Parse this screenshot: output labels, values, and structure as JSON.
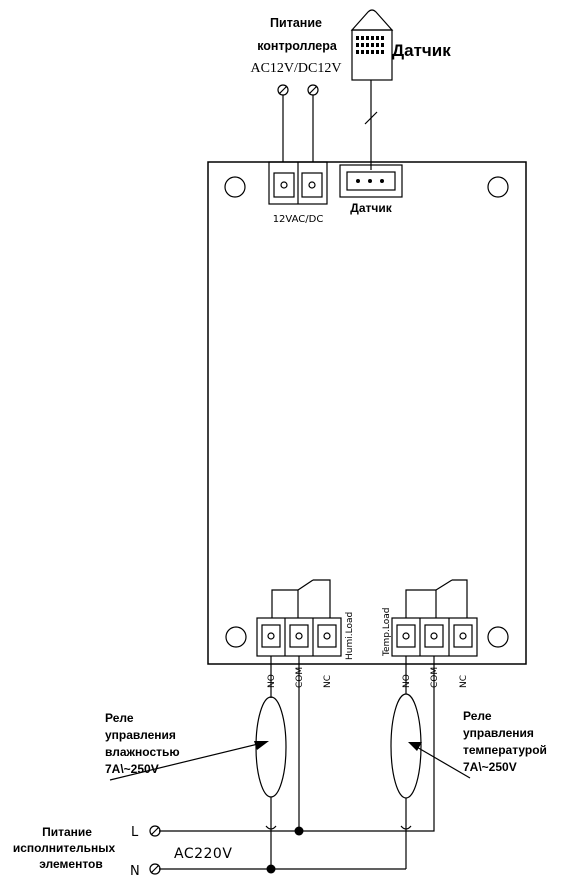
{
  "controller_power": {
    "line1": "Питание",
    "line2": "контроллера",
    "voltage": "AC12V/DC12V"
  },
  "sensor": {
    "label": "Датчик",
    "connector_label": "Датчик"
  },
  "power_terminal": {
    "label": "12VAC/DC"
  },
  "humidity_relay": {
    "terminal_label": "Humi.Load",
    "contacts": [
      "NO",
      "COM",
      "NC"
    ],
    "line1": "Реле",
    "line2": "управления",
    "line3": "влажностью",
    "rating": "7A\\~250V"
  },
  "temperature_relay": {
    "terminal_label": "Temp.Load",
    "contacts": [
      "NO",
      "COM",
      "NC"
    ],
    "line1": "Реле",
    "line2": "управления",
    "line3": "температурой",
    "rating": "7A\\~250V"
  },
  "supply": {
    "line1": "Питание",
    "line2": "исполнительных",
    "line3": "элементов",
    "l_label": "L",
    "n_label": "N",
    "voltage": "AC220V"
  }
}
